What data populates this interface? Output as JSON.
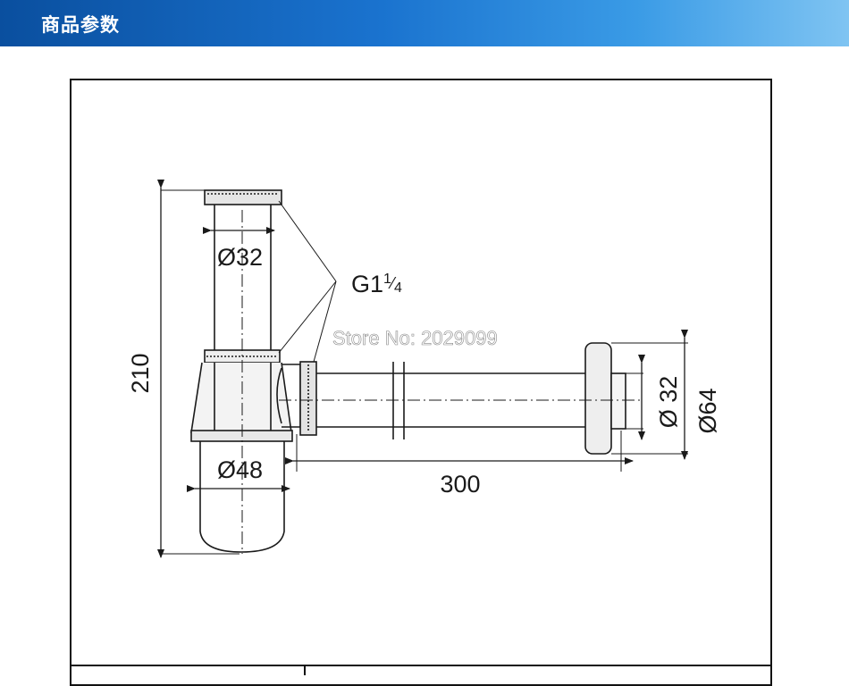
{
  "header": {
    "title": "商品参数"
  },
  "diagram": {
    "dimensions": {
      "height_total": "210",
      "inlet_diameter": "Ø32",
      "thread": "G1",
      "thread_fraction_num": "1",
      "thread_fraction_den": "4",
      "bowl_diameter": "Ø48",
      "outlet_length": "300",
      "outlet_diameter": "Ø 32",
      "flange_diameter": "Ø64"
    },
    "watermark": "Store No: 2029099"
  },
  "colors": {
    "header_start": "#0a4f9f",
    "header_end": "#7fc4f2",
    "line": "#1a1a1a"
  }
}
